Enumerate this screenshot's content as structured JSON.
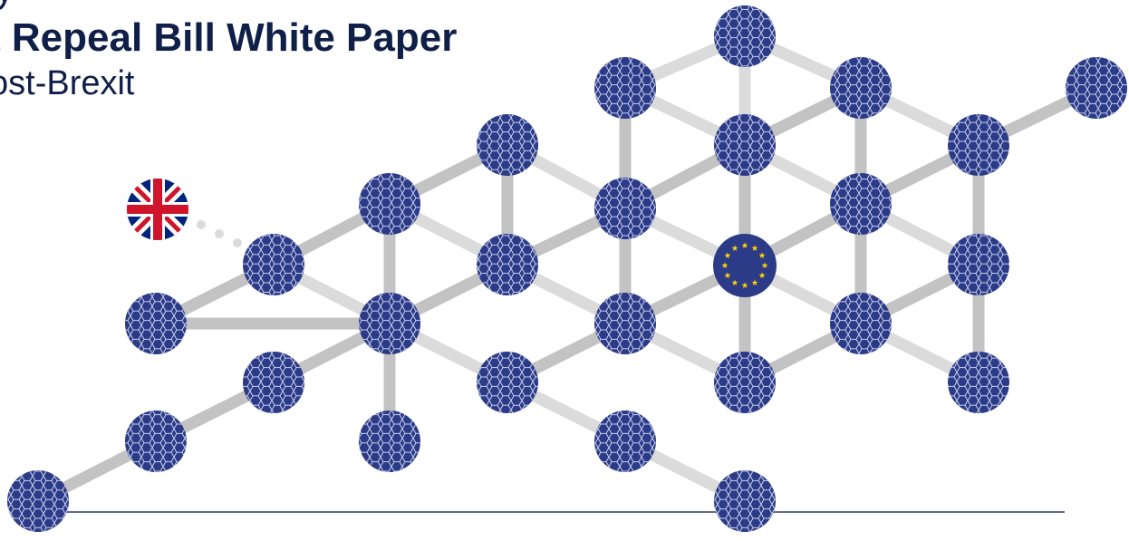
{
  "header": {
    "kicker": "y",
    "title": "t Repeal Bill White Paper",
    "subtitle": "ost-Brexit"
  },
  "colors": {
    "node_fill": "#2c3b88",
    "honeycomb_line": "#c9d0ec",
    "edge_dark": "#c3c3c3",
    "edge_light": "#dbdbdb",
    "baseline": "#2b3a6b",
    "title_text": "#0f1f48",
    "eu_star": "#ffd400",
    "uk_red": "#cf142b",
    "uk_blue": "#00247d"
  },
  "diagram": {
    "flags": [
      "uk-flag",
      "eu-flag"
    ],
    "node_pattern": "honeycomb"
  }
}
